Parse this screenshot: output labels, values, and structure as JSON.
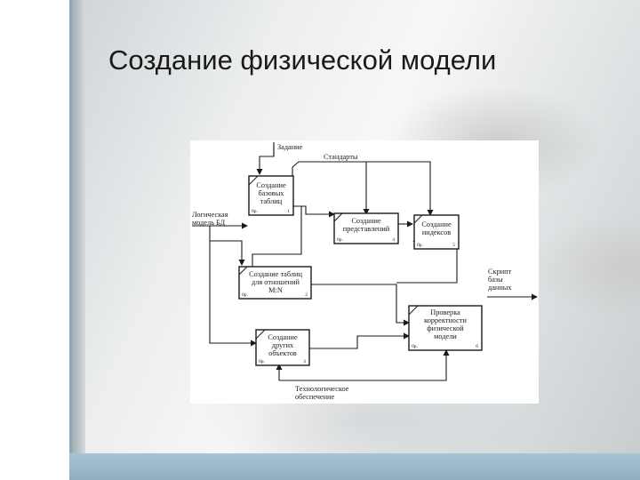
{
  "slide": {
    "title": "Создание физической модели"
  },
  "diagram": {
    "arrows": {
      "control_assignment": "Задание",
      "control_standards": "Стандарты",
      "input_logical_model": [
        "Логическая",
        "модель БД"
      ],
      "output_script": [
        "Скрипт",
        "базы",
        "данных"
      ],
      "mechanism": [
        "Технологическое",
        "обеспечение"
      ]
    },
    "boxes": [
      {
        "lines": [
          "Создание",
          "базовых",
          "таблиц"
        ],
        "cost": "0р.",
        "num": "1"
      },
      {
        "lines": [
          "Создание таблиц",
          "для отношений",
          "M:N"
        ],
        "cost": "0р.",
        "num": "2"
      },
      {
        "lines": [
          "Создание",
          "других",
          "объектов"
        ],
        "cost": "0р.",
        "num": "3"
      },
      {
        "lines": [
          "Создание",
          "представлений"
        ],
        "cost": "0р.",
        "num": "4"
      },
      {
        "lines": [
          "Создание",
          "индексов"
        ],
        "cost": "0р.",
        "num": "5"
      },
      {
        "lines": [
          "Проверка",
          "корректности",
          "физической",
          "модели"
        ],
        "cost": "0р.",
        "num": "6"
      }
    ]
  }
}
